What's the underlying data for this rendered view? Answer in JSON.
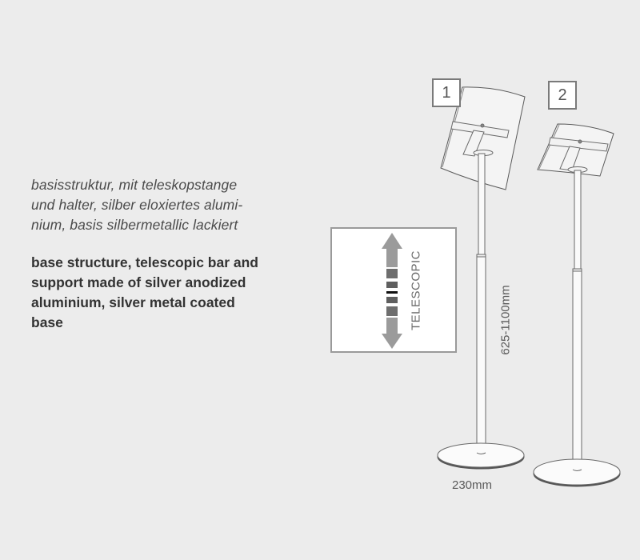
{
  "description": {
    "german": {
      "lines": [
        "basisstruktur, mit teleskopstange",
        "und halter, silber eloxiertes alumi-",
        "nium, basis silbermetallic lackiert"
      ]
    },
    "english": {
      "lines": [
        "base structure, telescopic bar and",
        "support made of silver anodized",
        "aluminium, silver metal coated",
        "base"
      ]
    }
  },
  "telescopic_badge": {
    "label": "TELESCOPIC",
    "icon": "double-arrow-icon",
    "colors": {
      "arrow": "#9b9b9b",
      "segments": "#6e6e6e",
      "center_line": "#111111",
      "border": "#9a9a9a"
    }
  },
  "products": [
    {
      "number": "1"
    },
    {
      "number": "2"
    }
  ],
  "dimensions": {
    "height": "625-1100mm",
    "base_diameter": "230mm"
  },
  "colors": {
    "background": "#ececec",
    "line": "#6a6a6a"
  }
}
